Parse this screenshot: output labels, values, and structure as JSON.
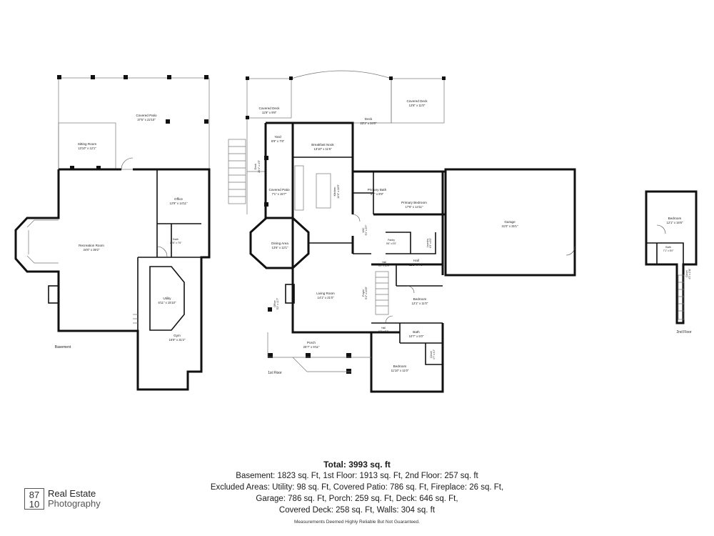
{
  "floors": {
    "basement": "Basement",
    "first": "1st Floor",
    "second": "2nd Floor"
  },
  "rooms": {
    "covered_patio_bsmt": {
      "name": "Covered Patio",
      "dim": "37'5\" x 22'10\""
    },
    "sitting_room": {
      "name": "Sitting Room",
      "dim": "13'10\" x 12'1\""
    },
    "recreation_room": {
      "name": "Recreation Room",
      "dim": "34'0\" x 39'2\""
    },
    "office": {
      "name": "Office",
      "dim": "12'9\" x 14'11\""
    },
    "bath_bsmt": {
      "name": "Bath",
      "dim": "10'8\" x 7'6\""
    },
    "utility": {
      "name": "Utility",
      "dim": "6'11\" x 15'10\""
    },
    "gym": {
      "name": "Gym",
      "dim": "16'9\" x 31'2\""
    },
    "covered_deck_left": {
      "name": "Covered Deck",
      "dim": "11'9\" x 9'8\""
    },
    "yard": {
      "name": "Yard",
      "dim": "6'9\" x 7'6\""
    },
    "deck_side": {
      "name": "Deck",
      "dim": "20'4\" x 4'0\""
    },
    "covered_patio_1st": {
      "name": "Covered Patio",
      "dim": "7'1\" x 15'7\""
    },
    "breakfast_nook": {
      "name": "Breakfast Nook",
      "dim": "13'10\" x 11'6\""
    },
    "kitchen": {
      "name": "Kitchen",
      "dim": "13'0\" x 18'9\""
    },
    "deck_main": {
      "name": "Deck",
      "dim": "23'1\" x 24'0\""
    },
    "covered_deck_right": {
      "name": "Covered Deck",
      "dim": "12'8\" x 11'0\""
    },
    "primary_bath": {
      "name": "Primary Bath",
      "dim": "9'7\" x 8'9\""
    },
    "primary_bedroom": {
      "name": "Primary Bedroom",
      "dim": "17'6\" x 14'11\""
    },
    "wic": {
      "name": "WIC",
      "dim": "5'0\" x 8'7\""
    },
    "dining_area": {
      "name": "Dining Area",
      "dim": "13'6\" x 12'1\""
    },
    "pantry": {
      "name": "Pantry",
      "dim": "5'6\" x 5'5\""
    },
    "laundry": {
      "name": "Laundry",
      "dim": "6'3\" x 8'0\""
    },
    "hall_right": {
      "name": "Hall",
      "dim": "11'5\" x 4'9\""
    },
    "hall_small": {
      "name": "Hall",
      "dim": "6'9\" x 10'9\""
    },
    "living_room": {
      "name": "Living Room",
      "dim": "14'1\" x 21'0\""
    },
    "foyer": {
      "name": "Foyer",
      "dim": "5'2\" x 13'8\""
    },
    "office_1st": {
      "name": "Office",
      "dim": "5'2\" x 11'7\""
    },
    "bedroom_1st_a": {
      "name": "Bedroom",
      "dim": "12'1\" x 11'0\""
    },
    "hall_lower": {
      "name": "Hall",
      "dim": "6'2\" x 6'7\""
    },
    "bath_1st": {
      "name": "Bath",
      "dim": "10'7\" x 5'0\""
    },
    "porch": {
      "name": "Porch",
      "dim": "25'7\" x 9'11\""
    },
    "closet": {
      "name": "Closet",
      "dim": "4'7\" x 4'2\""
    },
    "bedroom_1st_b": {
      "name": "Bedroom",
      "dim": "11'10\" x 11'0\""
    },
    "garage": {
      "name": "Garage",
      "dim": "31'0\" x 25'1\""
    },
    "bedroom_2nd": {
      "name": "Bedroom",
      "dim": "12'1\" x 16'6\""
    },
    "bath_2nd": {
      "name": "Bath",
      "dim": "7'1\" x 5'0\""
    },
    "closet_2nd": {
      "name": "Closet",
      "dim": "4'2\" x 2'11\""
    }
  },
  "totals": {
    "total": "Total: 3993 sq. ft",
    "line1": "Basement: 1823 sq. Ft, 1st Floor: 1913 sq. Ft, 2nd Floor: 257 sq. ft",
    "line2": "Excluded Areas: Utility: 98 sq. Ft, Covered Patio: 786 sq. Ft, Fireplace: 26 sq. Ft,",
    "line3": "Garage: 786 sq. Ft, Porch: 259 sq. Ft, Deck: 646 sq. Ft,",
    "line4": "Covered Deck: 258 sq. Ft, Walls: 304 sq. ft"
  },
  "disclaimer": "Measurements Deemed Highly Reliable But Not Guaranteed.",
  "logo": {
    "box_top": "87",
    "box_bottom": "10",
    "line1": "Real Estate",
    "line2": "Photography"
  }
}
